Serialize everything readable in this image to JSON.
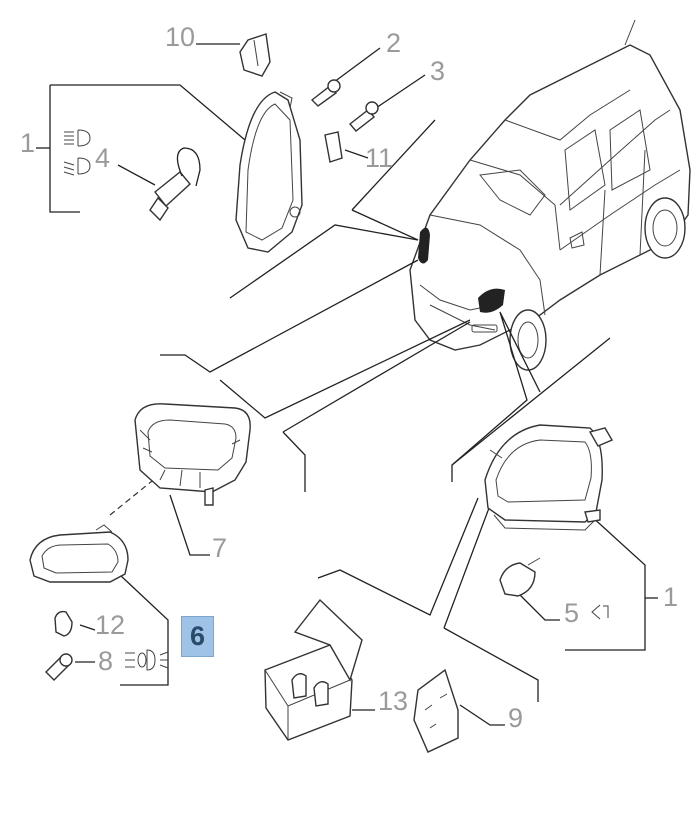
{
  "callouts": {
    "c10": "10",
    "c2": "2",
    "c3": "3",
    "c1_left": "1",
    "c4": "4",
    "c11": "11",
    "c7": "7",
    "c12": "12",
    "c6": "6",
    "c8": "8",
    "c5": "5",
    "c1_right": "1",
    "c13": "13",
    "c9": "9"
  },
  "colors": {
    "highlight_fill": "#9ec3e6",
    "callout_text": "#9a9a9a",
    "line": "#222222"
  },
  "icons": [
    "headlamp-high-beam-icon",
    "headlamp-low-beam-icon",
    "fog-lamp-icon",
    "direction-indicator-icon"
  ]
}
